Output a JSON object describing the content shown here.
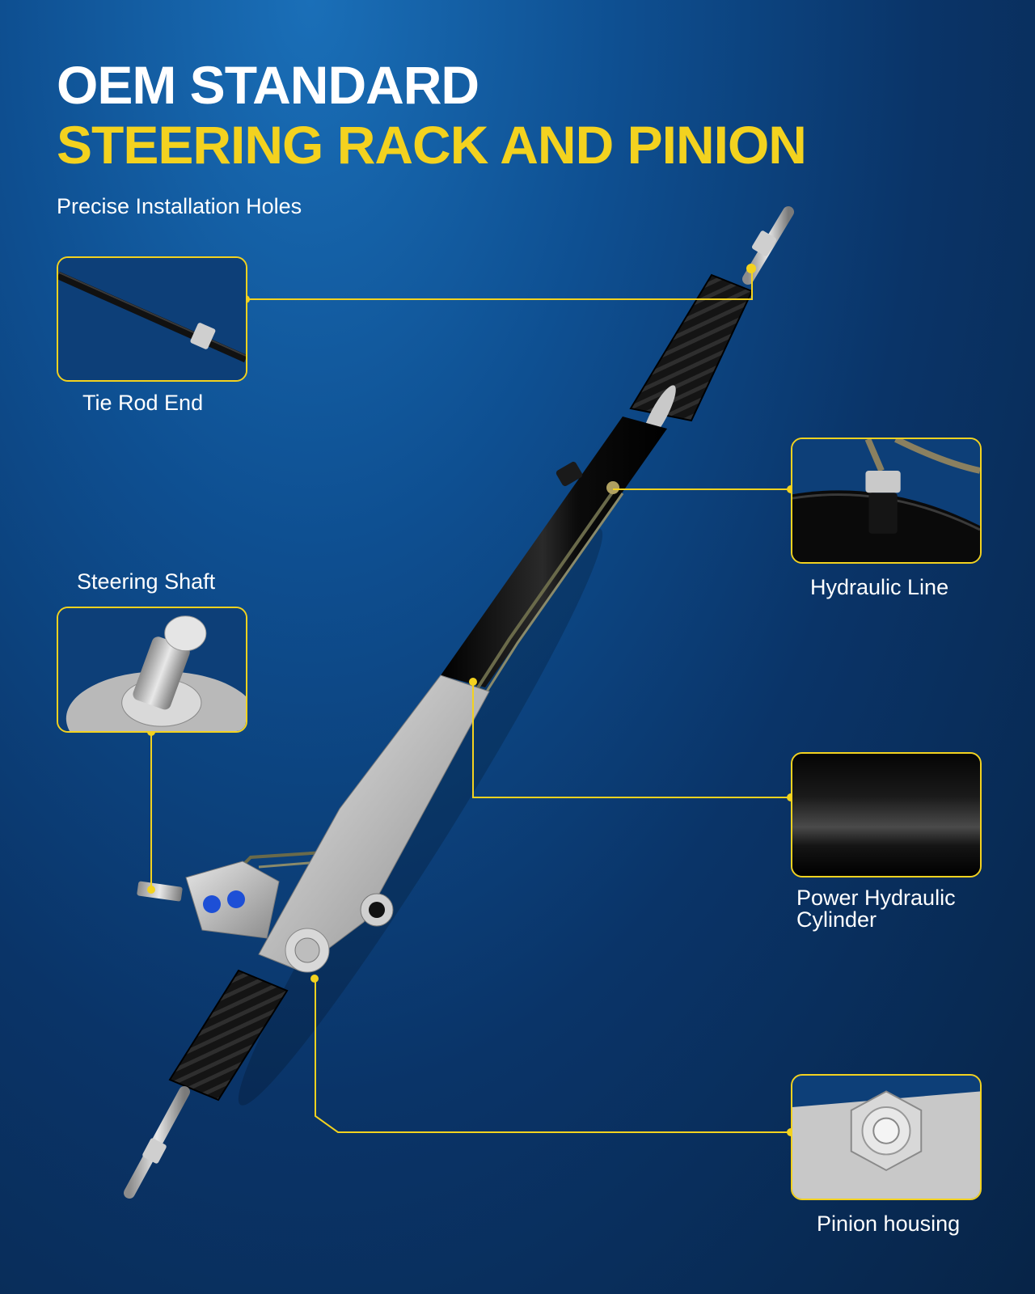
{
  "header": {
    "title_line1": "OEM STANDARD",
    "title_line2": "STEERING RACK AND PINION",
    "subtitle": "Precise Installation Holes"
  },
  "callouts": {
    "tie_rod_end": "Tie Rod End",
    "hydraulic_line": "Hydraulic Line",
    "steering_shaft": "Steering Shaft",
    "power_hydraulic_cylinder_line1": "Power Hydraulic",
    "power_hydraulic_cylinder_line2": "Cylinder",
    "pinion_housing": "Pinion housing"
  },
  "colors": {
    "accent_yellow": "#f3d21f",
    "background_top": "#1a6fb8",
    "background_bottom": "#072447"
  }
}
